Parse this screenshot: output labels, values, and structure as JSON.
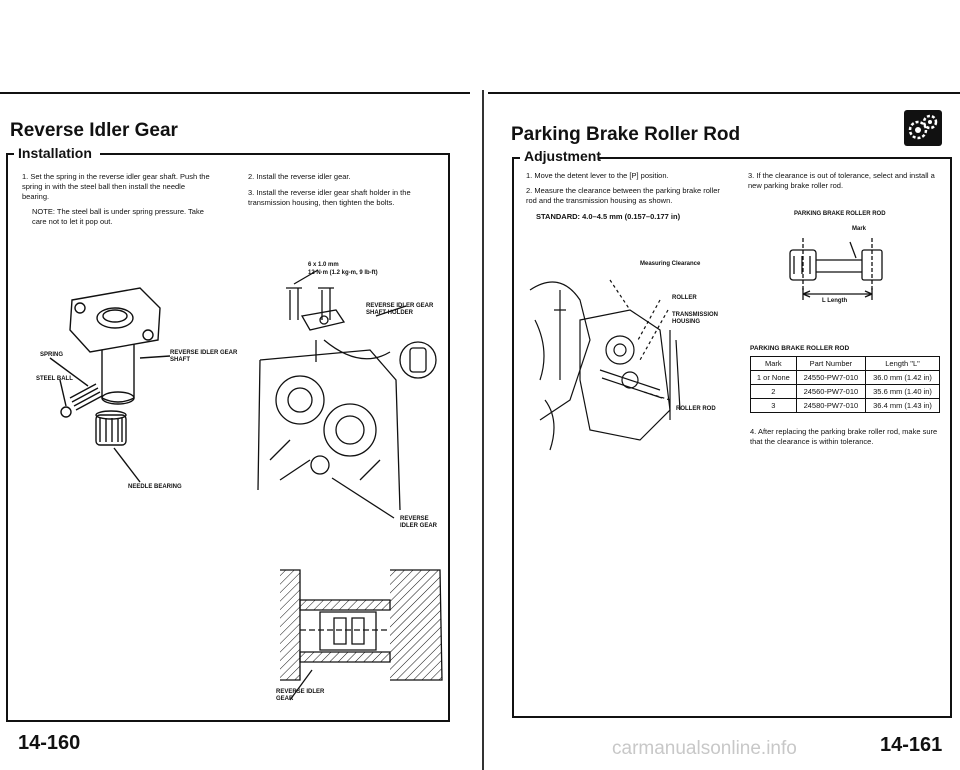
{
  "left": {
    "title": "Reverse Idler Gear",
    "section": "Installation",
    "steps": [
      {
        "num": "1.",
        "text": "Set the spring in the reverse idler gear shaft. Push the spring in with the steel ball then install the needle bearing."
      },
      {
        "num": "2.",
        "text": "Install the reverse idler gear."
      },
      {
        "num": "3.",
        "text": "Install the reverse idler gear shaft holder in the transmission housing, then tighten the bolts."
      }
    ],
    "note": "NOTE: The steel ball is under spring pressure. Take care not to let it pop out.",
    "fig1_labels": {
      "spring": "SPRING",
      "steel_ball": "STEEL BALL",
      "shaft": "REVERSE IDLER GEAR SHAFT",
      "bearing": "NEEDLE BEARING"
    },
    "fig2_labels": {
      "bolt_size": "6 x 1.0 mm",
      "torque": "12 N·m (1.2 kg-m, 9 lb-ft)",
      "holder": "REVERSE IDLER GEAR SHAFT HOLDER",
      "gear": "REVERSE IDLER GEAR"
    },
    "fig3_labels": {
      "gear": "REVERSE IDLER GEAR"
    },
    "page_number": "14-160"
  },
  "right": {
    "title": "Parking Brake Roller Rod",
    "section": "Adjustment",
    "steps": [
      {
        "num": "1.",
        "text": "Move the detent lever to the [P] position."
      },
      {
        "num": "2.",
        "text": "Measure the clearance between the parking brake roller rod and the transmission housing as shown."
      },
      {
        "num": "3.",
        "text": "If the clearance is out of tolerance, select and install a new parking brake roller rod."
      },
      {
        "num": "4.",
        "text": "After replacing the parking brake roller rod, make sure that the clearance is within tolerance."
      }
    ],
    "standard": "STANDARD: 4.0–4.5 mm (0.157–0.177 in)",
    "fig_labels": {
      "clearance": "Measuring Clearance",
      "roller": "ROLLER",
      "housing": "TRANSMISSION HOUSING",
      "rod": "ROLLER ROD"
    },
    "rod_fig": {
      "title": "PARKING BRAKE ROLLER ROD",
      "mark": "Mark",
      "length": "L Length"
    },
    "table_title": "PARKING BRAKE ROLLER ROD",
    "table": {
      "headers": [
        "Mark",
        "Part Number",
        "Length \"L\""
      ],
      "rows": [
        [
          "1 or None",
          "24550-PW7-010",
          "36.0 mm (1.42 in)"
        ],
        [
          "2",
          "24560-PW7-010",
          "35.6 mm (1.40 in)"
        ],
        [
          "3",
          "24580-PW7-010",
          "36.4 mm (1.43 in)"
        ]
      ]
    },
    "page_number": "14-161"
  },
  "watermark": "carmanualsonline.info"
}
